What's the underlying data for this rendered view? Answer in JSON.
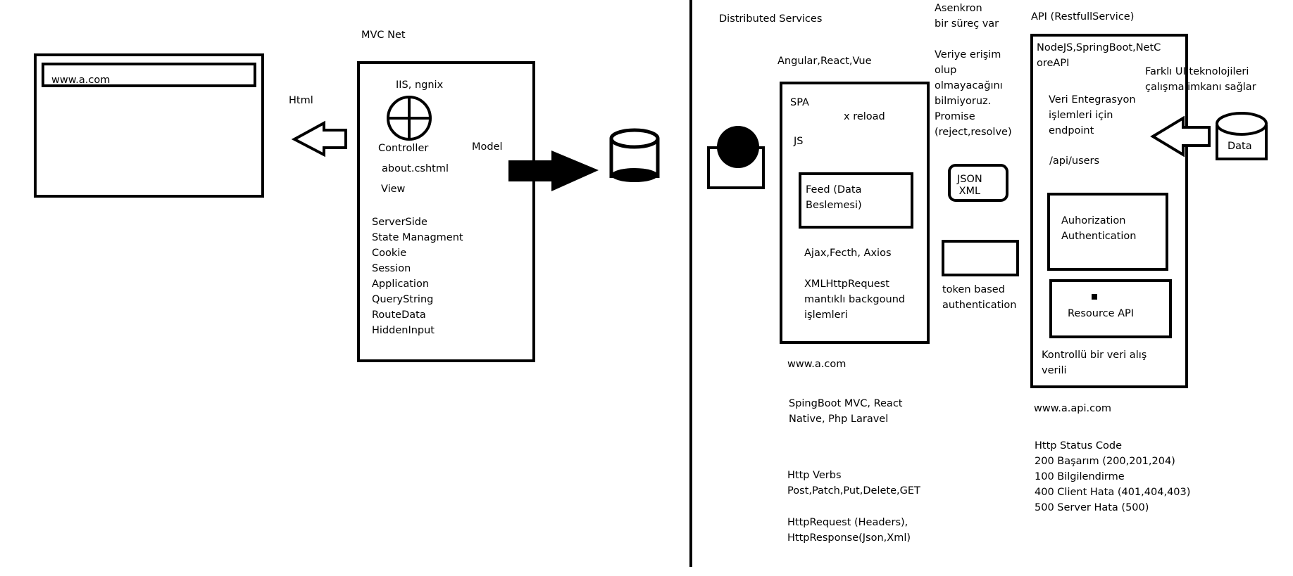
{
  "left": {
    "browser_url": "www.a.com",
    "html_label": "Html",
    "mvc_title": "MVC Net",
    "server_label": "IIS, ngnix",
    "controller_label": "Controller",
    "view_file": "about.cshtml",
    "view_label": "View",
    "model_label": "Model",
    "state_list": [
      "ServerSide",
      "State Managment",
      "Cookie",
      "Session",
      "Application",
      "QueryString",
      "RouteData",
      "HiddenInput"
    ]
  },
  "spa": {
    "section_title": "Distributed Services",
    "frameworks": "Angular,React,Vue",
    "spa_label": "SPA",
    "reload_label": "x reload",
    "js_label": "JS",
    "feed_lines": [
      "Feed (Data",
      "Beslemesi)"
    ],
    "ajax_label": "Ajax,Fecth, Axios",
    "xhr_lines": [
      "XMLHttpRequest",
      "mantıklı backgound",
      "işlemleri"
    ],
    "domain": "www.a.com",
    "stack_lines": [
      "SpingBoot MVC, React",
      "Native, Php Laravel"
    ],
    "verbs_lines": [
      "Http Verbs",
      "Post,Patch,Put,Delete,GET"
    ],
    "http_lines": [
      "HttpRequest (Headers),",
      "HttpResponse(Json,Xml)"
    ]
  },
  "middle": {
    "async_lines": [
      "Asenkron",
      "bir süreç var"
    ],
    "promise_lines": [
      "Veriye erişim",
      "olup",
      "olmayacağını",
      "bilmiyoruz.",
      "Promise",
      "(reject,resolve)"
    ],
    "format_lines": [
      "JSON",
      "XML"
    ],
    "token_lines": [
      "token based",
      "authentication"
    ]
  },
  "api": {
    "title": "API (RestfullService)",
    "tech_lines": [
      "NodeJS,SpringBoot,NetC",
      "oreAPI"
    ],
    "ui_lines": [
      "Farklı UI teknolojileri",
      "çalışma imkanı sağlar"
    ],
    "endpoint_lines": [
      "Veri Entegrasyon",
      "işlemleri için",
      "endpoint"
    ],
    "users_path": "/api/users",
    "auth_lines": [
      "Auhorization",
      "Authentication"
    ],
    "resource_label": "Resource API",
    "controlled_lines": [
      "Kontrollü bir veri alış",
      "verili"
    ],
    "domain": "www.a.api.com",
    "data_label": "Data",
    "status_lines": [
      "Http Status Code",
      "200 Başarım (200,201,204)",
      "100 Bilgilendirme",
      "400 Client Hata (401,404,403)",
      "500 Server Hata (500)"
    ]
  }
}
